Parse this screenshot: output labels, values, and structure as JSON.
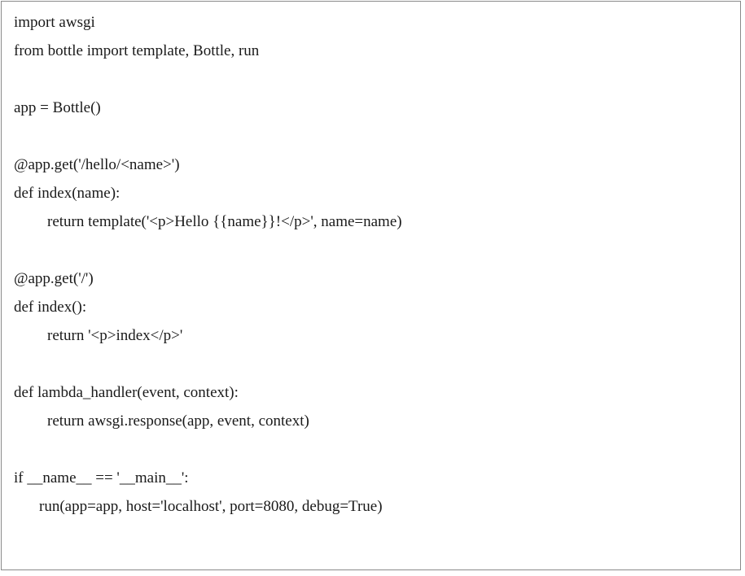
{
  "code": {
    "lines": [
      "import awsgi",
      "from bottle import template, Bottle, run",
      "",
      "app = Bottle()",
      "",
      "@app.get('/hello/<name>')",
      "def index(name):",
      "return template('<p>Hello {{name}}!</p>', name=name)",
      "",
      "@app.get('/')",
      "def index():",
      "return '<p>index</p>'",
      "",
      "def lambda_handler(event, context):",
      "return awsgi.response(app, event, context)",
      "",
      "if __name__ == '__main__':",
      "run(app=app, host='localhost', port=8080, debug=True)"
    ]
  }
}
